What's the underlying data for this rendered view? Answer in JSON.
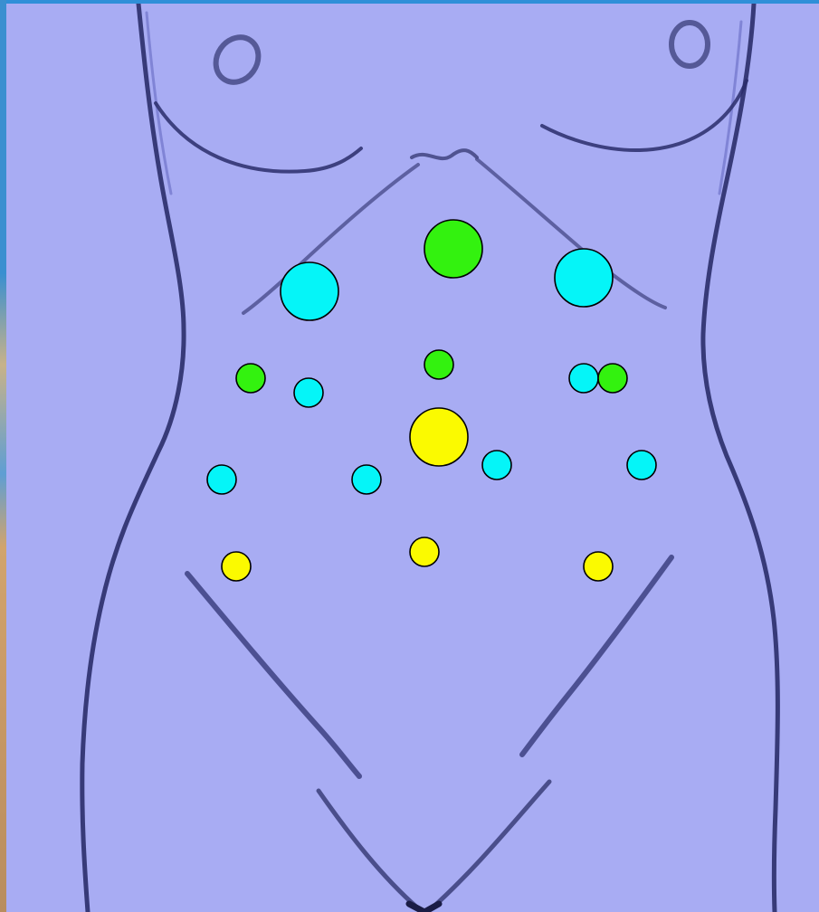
{
  "figure": {
    "title": "",
    "background_color": "#a8acf3",
    "outline_color": "#26285f",
    "subject": "torso-outline"
  },
  "legend_colors": {
    "green": "#33f20f",
    "cyan": "#05f5f8",
    "yellow": "#fbfa00"
  },
  "markers": [
    {
      "id": "marker-1",
      "color": "green",
      "size": "large"
    },
    {
      "id": "marker-2",
      "color": "cyan",
      "size": "large"
    },
    {
      "id": "marker-3",
      "color": "cyan",
      "size": "large"
    },
    {
      "id": "marker-4",
      "color": "green",
      "size": "small"
    },
    {
      "id": "marker-5",
      "color": "green",
      "size": "small"
    },
    {
      "id": "marker-6",
      "color": "cyan",
      "size": "small"
    },
    {
      "id": "marker-7",
      "color": "cyan",
      "size": "small"
    },
    {
      "id": "marker-8",
      "color": "green",
      "size": "small"
    },
    {
      "id": "marker-9",
      "color": "yellow",
      "size": "large"
    },
    {
      "id": "marker-10",
      "color": "cyan",
      "size": "small"
    },
    {
      "id": "marker-11",
      "color": "cyan",
      "size": "small"
    },
    {
      "id": "marker-12",
      "color": "cyan",
      "size": "small"
    },
    {
      "id": "marker-13",
      "color": "cyan",
      "size": "small"
    },
    {
      "id": "marker-14",
      "color": "yellow",
      "size": "small"
    },
    {
      "id": "marker-15",
      "color": "yellow",
      "size": "small"
    },
    {
      "id": "marker-16",
      "color": "yellow",
      "size": "small"
    }
  ]
}
